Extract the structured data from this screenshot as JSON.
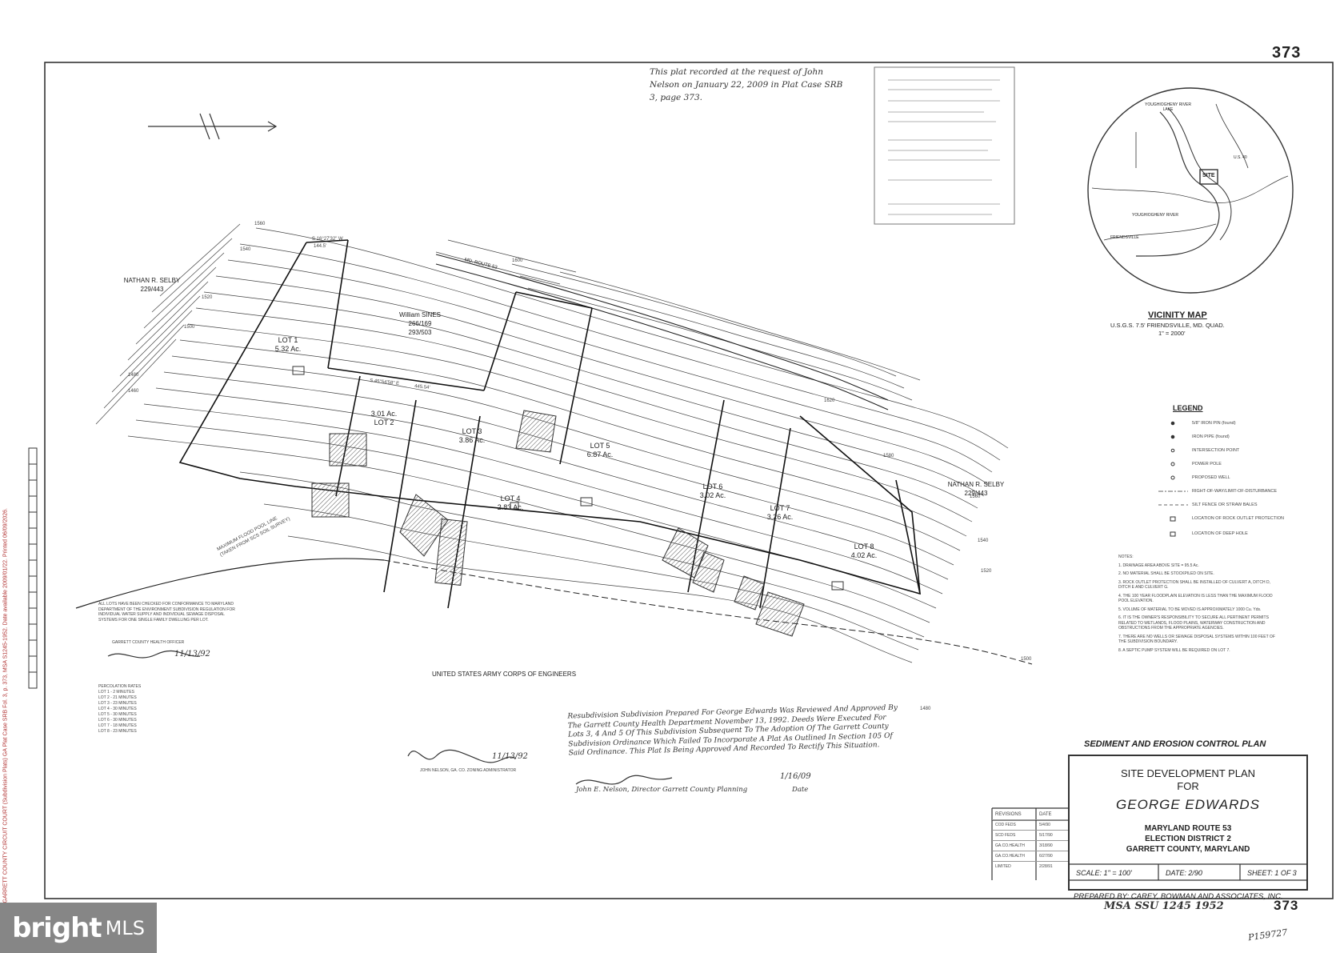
{
  "sheet_number_top": "373",
  "sheet_number_bottom": "373",
  "recording_note": "This plat recorded at the request of John Nelson on January 22, 2009 in Plat Case SRB 3, page 373.",
  "owners": {
    "nathan_selby_nw": [
      "NATHAN R. SELBY",
      "229/443"
    ],
    "william_sines": [
      "William SINES",
      "266/169",
      "293/503"
    ],
    "nathan_selby_e": [
      "NATHAN R. SELBY",
      "229/443"
    ],
    "corps": "UNITED STATES ARMY CORPS OF ENGINEERS"
  },
  "road_label": "MD. ROUTE 53",
  "flood_label": [
    "MAXIMUM FLOOD POOL LINE",
    "(TAKEN FROM SCS SOIL SURVEY)"
  ],
  "lots": [
    {
      "name": "LOT 1",
      "area": "5.32 Ac."
    },
    {
      "name": "LOT 2",
      "area": "3.01 Ac."
    },
    {
      "name": "LOT 3",
      "area": "3.86 Ac."
    },
    {
      "name": "LOT 4",
      "area": "2.83 Ac."
    },
    {
      "name": "LOT 5",
      "area": "6.87 Ac."
    },
    {
      "name": "LOT 6",
      "area": "3.02 Ac."
    },
    {
      "name": "LOT 7",
      "area": "3.26 Ac."
    },
    {
      "name": "LOT 8",
      "area": "4.02 Ac."
    }
  ],
  "contours": [
    "1560",
    "1540",
    "1520",
    "1500",
    "1480",
    "1460",
    "1600",
    "1620",
    "1580",
    "1560",
    "1540",
    "1520",
    "1500",
    "1480"
  ],
  "bearings": [
    "S 16°27'32\" W",
    "144.5'",
    "S 45°54'58\" E",
    "445.54'"
  ],
  "vicinity_map": {
    "title": "VICINITY MAP",
    "line1": "U.S.G.S. 7.5' FRIENDSVILLE, MD. QUAD.",
    "line2": "1\" = 2000'",
    "labels": {
      "lake": "YOUGHIOGHENY RIVER LAKE",
      "site": "SITE",
      "friendsville": "FRIENDSVILLE",
      "river": "YOUGHIOGHENY RIVER",
      "us40": "U.S. 40"
    }
  },
  "legend": {
    "title": "LEGEND",
    "items": [
      "5/8\" IRON PIN (found)",
      "IRON PIPE (found)",
      "INTERSECTION POINT",
      "POWER POLE",
      "PROPOSED WELL",
      "RIGHT-OF-WAY/LIMIT-OF-DISTURBANCE",
      "SILT FENCE OR STRAW BALES",
      "LOCATION OF ROCK OUTLET PROTECTION",
      "LOCATION OF DEEP HOLE"
    ]
  },
  "notes": {
    "title": "NOTES:",
    "items": [
      "1. DRAINAGE AREA ABOVE SITE = 95.5 Ac.",
      "2. NO MATERIAL SHALL BE STOCKPILED ON SITE.",
      "3. ROCK OUTLET PROTECTION SHALL BE INSTALLED OF CULVERT A, DITCH D, DITCH E AND CULVERT G.",
      "4. THE 100 YEAR FLOODPLAIN ELEVATION IS LESS THAN THE MAXIMUM FLOOD POOL ELEVATION.",
      "5. VOLUME OF MATERIAL TO BE MOVED IS APPROXIMATELY 1000 Cu. Yds.",
      "6. IT IS THE OWNER'S RESPONSIBILITY TO SECURE ALL PERTINENT PERMITS RELATED TO WETLANDS, FLOOD PLAINS, WATERWAY CONSTRUCTION AND OBSTRUCTIONS FROM THE APPROPRIATE AGENCIES.",
      "7. THERE ARE NO WELLS OR SEWAGE DISPOSAL SYSTEMS WITHIN 100 FEET OF THE SUBDIVISION BOUNDARY.",
      "8. A SEPTIC PUMP SYSTEM WILL BE REQUIRED ON LOT 7."
    ]
  },
  "health_note": "ALL LOTS HAVE BEEN CHECKED FOR CONFORMANCE TO MARYLAND DEPARTMENT OF THE ENVIRONMENT SUBDIVISION REGULATION FOR INDIVIDUAL WATER SUPPLY AND INDIVIDUAL SEWAGE DISPOSAL SYSTEMS FOR ONE SINGLE FAMILY DWELLING PER LOT.",
  "health_officer": "GARRETT COUNTY HEALTH OFFICER",
  "health_date": "11/13/92",
  "perc_rates": {
    "title": "PERCOLATION RATES",
    "items": [
      "LOT 1 - 2 MINUTES",
      "LOT 2 - 21 MINUTES",
      "LOT 3 - 23 MINUTES",
      "LOT 4 - 30 MINUTES",
      "LOT 5 - 30 MINUTES",
      "LOT 6 - 30 MINUTES",
      "LOT 7 - 18 MINUTES",
      "LOT 8 - 23 MINUTES"
    ]
  },
  "resubdivision_note": "Resubdivision Subdivision Prepared For George Edwards Was Reviewed And Approved By The Garrett County Health Department November 13, 1992. Deeds Were Executed For Lots 3, 4 And 5 Of This Subdivision Subsequent To The Adoption Of The Garrett County Subdivision Ordinance Which Failed To Incorporate A Plat As Outlined In Section 105 Of Said Ordinance. This Plat Is Being Approved And Recorded To Rectify This Situation.",
  "signature_1": {
    "date": "11/13/92",
    "caption": "JOHN NELSON, GA. CO. ZONING ADMINISTRATOR"
  },
  "signature_2": {
    "caption": "John E. Nelson, Director Garrett County Planning",
    "date": "1/16/09",
    "date_label": "Date"
  },
  "title_block": {
    "header": "SEDIMENT AND EROSION CONTROL PLAN",
    "line1": "SITE DEVELOPMENT PLAN",
    "line2": "FOR",
    "line3": "GEORGE EDWARDS",
    "line4": "MARYLAND ROUTE 53",
    "line5": "ELECTION DISTRICT 2",
    "line6": "GARRETT COUNTY, MARYLAND",
    "scale": "SCALE: 1\" = 100'",
    "date": "DATE: 2/90",
    "sheet": "SHEET: 1 OF 3",
    "prepared": "PREPARED BY: CAREY, BOWMAN AND ASSOCIATES, INC."
  },
  "revisions": {
    "headers": [
      "REVISIONS",
      "DATE"
    ],
    "rows": [
      [
        "COD FEDS",
        "5/4/90"
      ],
      [
        "SCD FEDS",
        "5/17/90"
      ],
      [
        "GA.CO.HEALTH",
        "3/18/90"
      ],
      [
        "GA.CO.HEALTH",
        "6/27/90"
      ],
      [
        "LIMITED",
        "2/28/91"
      ]
    ]
  },
  "msa_stamp": "MSA SSU 1245 1952",
  "stamp_code": "P159727",
  "side_strip": "GARRETT COUNTY CIRCUIT COURT (Subdivision Plats) GA Plat Case SRB Fol. 3, p. 373, MSA S1245-1952. Date available 2009/01/22. Printed 06/09/2026.",
  "watermark": {
    "brand": "bright",
    "suffix": "MLS"
  }
}
